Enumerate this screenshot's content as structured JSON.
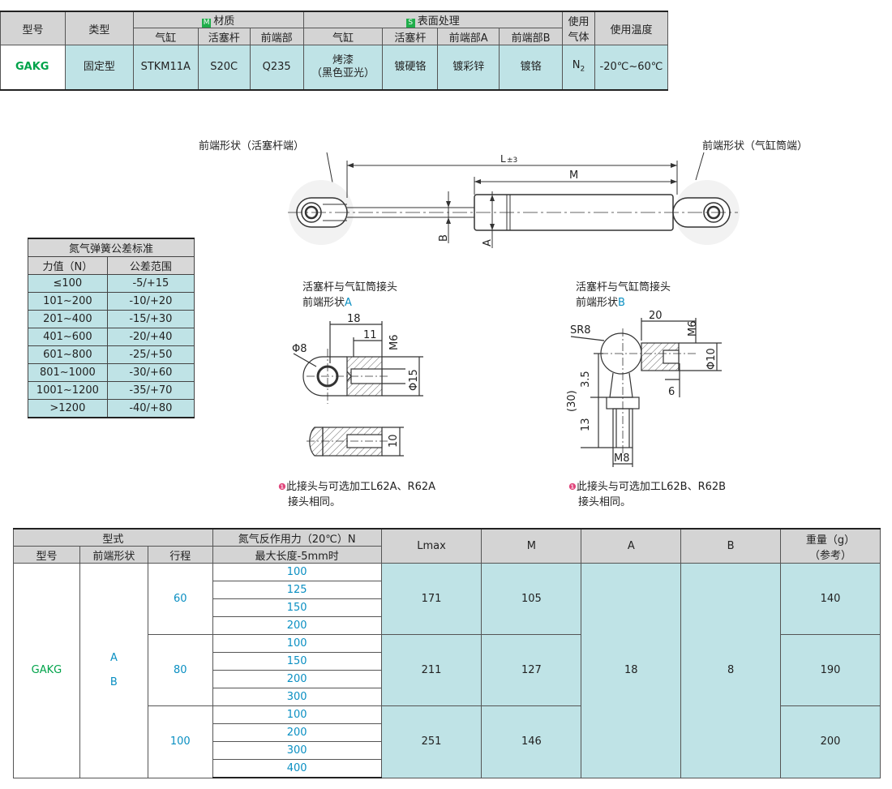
{
  "spec_table": {
    "headers": {
      "model": "型号",
      "type": "类型",
      "material": "材质",
      "surface": "表面处理",
      "gas_line1": "使用",
      "gas_line2": "气体",
      "temp": "使用温度",
      "badge_m": "M",
      "badge_s": "S",
      "material_cols": [
        "气缸",
        "活塞杆",
        "前端部"
      ],
      "surface_cols": [
        "气缸",
        "活塞杆",
        "前端部A",
        "前端部B"
      ]
    },
    "row": {
      "model": "GAKG",
      "type": "固定型",
      "materials": [
        "STKM11A",
        "S20C",
        "Q235"
      ],
      "surface_line1": "烤漆",
      "surface_line2": "（黑色亚光）",
      "surfaces": [
        "镀硬铬",
        "镀彩锌",
        "镀铬"
      ],
      "gas": "N",
      "gas_sub": "2",
      "temp": "-20℃~60℃"
    }
  },
  "tolerance_table": {
    "title": "氮气弹簧公差标准",
    "col1": "力值（N）",
    "col2": "公差范围",
    "rows": [
      [
        "≤100",
        "-5/+15"
      ],
      [
        "101~200",
        "-10/+20"
      ],
      [
        "201~400",
        "-15/+30"
      ],
      [
        "401~600",
        "-20/+40"
      ],
      [
        "601~800",
        "-25/+50"
      ],
      [
        "801~1000",
        "-30/+60"
      ],
      [
        "1001~1200",
        "-35/+70"
      ],
      [
        ">1200",
        "-40/+80"
      ]
    ]
  },
  "diagram": {
    "front_rod": "前端形状（活塞杆端）",
    "front_cyl": "前端形状（气缸筒端）",
    "L": "L",
    "L_tol": "±3",
    "M": "M",
    "A": "A",
    "B": "B",
    "jointA_title1": "活塞杆与气缸筒接头",
    "jointA_title2_prefix": "前端形状",
    "jointA_letter": "A",
    "jointB_title1": "活塞杆与气缸筒接头",
    "jointB_title2_prefix": "前端形状",
    "jointB_letter": "B",
    "dimsA": {
      "d18": "18",
      "d11": "11",
      "m6": "M6",
      "phi8": "Φ8",
      "phi15": "Φ15",
      "d10": "10"
    },
    "dimsB": {
      "sr8": "SR8",
      "d20": "20",
      "m6": "M6",
      "phi10": "Φ10",
      "d35": "3.5",
      "d6": "6",
      "d30": "(30)",
      "d13": "13",
      "m8": "M8"
    },
    "noteA_line1": "此接头与可选加工L62A、R62A",
    "noteA_line2": "接头相同。",
    "noteB_line1": "此接头与可选加工L62B、R62B",
    "noteB_line2": "接头相同。",
    "note_icon": "info-icon"
  },
  "main_table": {
    "headers": {
      "form": "型式",
      "model": "型号",
      "front_shape": "前端形状",
      "stroke": "行程",
      "force_line1": "氮气反作用力（20℃）N",
      "force_line2": "最大长度-5mm时",
      "lmax": "Lmax",
      "m": "M",
      "a": "A",
      "b": "B",
      "weight_line1": "重量（g）",
      "weight_line2": "（参考）"
    },
    "model": "GAKG",
    "shape_a": "A",
    "shape_b": "B",
    "a_value": "18",
    "b_value": "8",
    "groups": [
      {
        "stroke": "60",
        "forces": [
          "100",
          "125",
          "150",
          "200"
        ],
        "lmax": "171",
        "m": "105",
        "weight": "140"
      },
      {
        "stroke": "80",
        "forces": [
          "100",
          "150",
          "200",
          "300"
        ],
        "lmax": "211",
        "m": "127",
        "weight": "190"
      },
      {
        "stroke": "100",
        "forces": [
          "100",
          "200",
          "300",
          "400"
        ],
        "lmax": "251",
        "m": "146",
        "weight": "200"
      }
    ]
  }
}
